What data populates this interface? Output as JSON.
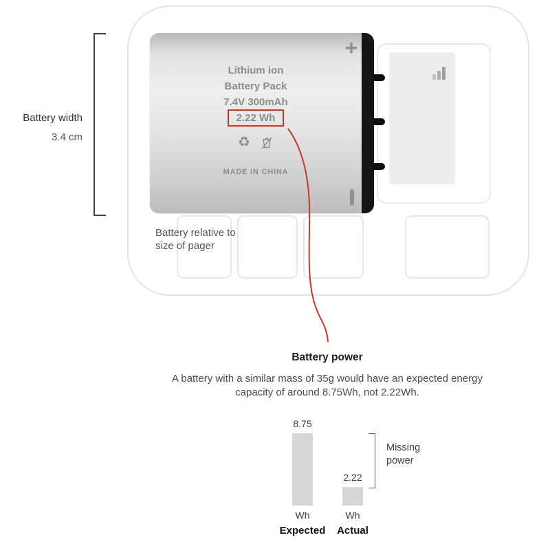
{
  "measure": {
    "label": "Battery width",
    "value": "3.4 cm"
  },
  "battery": {
    "line1": "Lithium ion",
    "line2": "Battery Pack",
    "line3": "7.4V 300mAh",
    "energy_rating": "2.22 Wh",
    "origin": "MADE IN CHINA",
    "plus_mark": "+"
  },
  "icons": {
    "signal_bars": "signal-bars-icon",
    "recycle_glyph": "♻",
    "crossed_bin": "crossed-bin-icon"
  },
  "pager": {
    "note_line1": "Battery relative to",
    "note_line2": "size of pager"
  },
  "callout": {
    "title": "Battery power",
    "desc_line1": "A battery with a similar mass of 35g would have an expected energy",
    "desc_line2": "capacity of around 8.75Wh, not 2.22Wh."
  },
  "chart_data": {
    "type": "bar",
    "categories": [
      "Expected",
      "Actual"
    ],
    "values": [
      8.75,
      2.22
    ],
    "value_labels": [
      "8.75",
      "2.22"
    ],
    "unit_label": "Wh",
    "annotation": "Missing power",
    "annotation_lines": [
      "Missing",
      "power"
    ],
    "ylim": [
      0,
      8.75
    ],
    "legend": "none",
    "grid": false
  },
  "colors": {
    "accent_red": "#c0392b",
    "bar_fill": "#d7d7d7",
    "outline_gray": "#e4e4e4",
    "battery_text": "#8c8c8c",
    "terminal_black": "#161616"
  }
}
